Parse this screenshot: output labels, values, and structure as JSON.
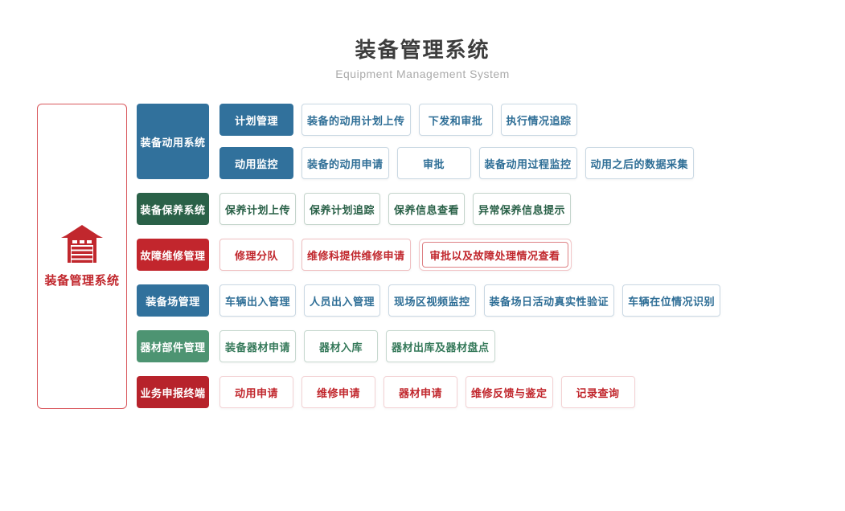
{
  "header": {
    "title": "装备管理系统",
    "subtitle": "Equipment Management System"
  },
  "root": {
    "label": "装备管理系统",
    "icon": "garage-icon"
  },
  "colors": {
    "blue": "#31719c",
    "dark_green": "#2a6148",
    "red": "#c2262d",
    "green": "#4d9472",
    "crimson": "#b7232b",
    "accent_red": "#c1272d"
  },
  "sections": [
    {
      "label": "装备动用系统",
      "groups": [
        {
          "label": "计划管理",
          "items": [
            "装备的动用计划上传",
            "下发和审批",
            "执行情况追踪"
          ]
        },
        {
          "label": "动用监控",
          "items": [
            "装备的动用申请",
            "审批",
            "装备动用过程监控",
            "动用之后的数据采集"
          ]
        }
      ]
    },
    {
      "label": "装备保养系统",
      "items": [
        "保养计划上传",
        "保养计划追踪",
        "保养信息查看",
        "异常保养信息提示"
      ]
    },
    {
      "label": "故障维修管理",
      "items": [
        "修理分队",
        "维修科提供维修申请",
        "审批以及故障处理情况查看"
      ]
    },
    {
      "label": "装备场管理",
      "items": [
        "车辆出入管理",
        "人员出入管理",
        "现场区视频监控",
        "装备场日活动真实性验证",
        "车辆在位情况识别"
      ]
    },
    {
      "label": "器材部件管理",
      "items": [
        "装备器材申请",
        "器材入库",
        "器材出库及器材盘点"
      ]
    },
    {
      "label": "业务申报终端",
      "items": [
        "动用申请",
        "维修申请",
        "器材申请",
        "维修反馈与鉴定",
        "记录查询"
      ]
    }
  ]
}
